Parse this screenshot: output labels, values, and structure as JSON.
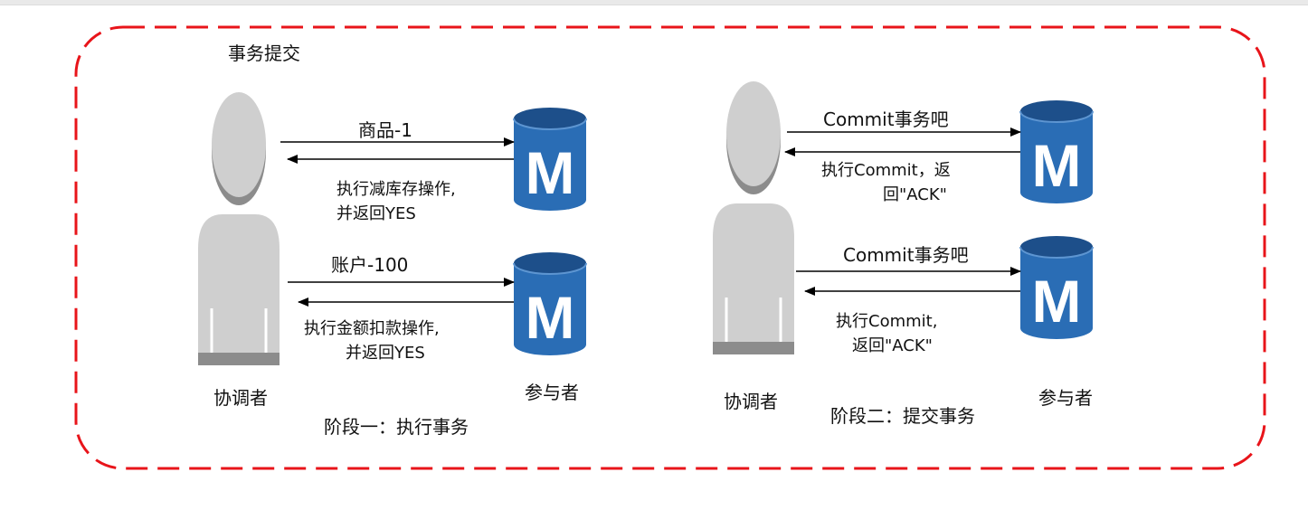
{
  "title": "事务提交",
  "phase1": {
    "caption": "阶段一：执行事务",
    "coordinator_label": "协调者",
    "participant_label": "参与者",
    "db_letter": "M",
    "upper": {
      "request": "商品-1",
      "response_line1": "执行减库存操作,",
      "response_line2": "并返回YES"
    },
    "lower": {
      "request": "账户-100",
      "response_line1": "执行金额扣款操作,",
      "response_line2": "并返回YES"
    }
  },
  "phase2": {
    "caption": "阶段二：提交事务",
    "coordinator_label": "协调者",
    "participant_label": "参与者",
    "db_letter": "M",
    "upper": {
      "request": "Commit事务吧",
      "response_line1": "执行Commit，返",
      "response_line2": "回\"ACK\""
    },
    "lower": {
      "request": "Commit事务吧",
      "response_line1": "执行Commit,",
      "response_line2": "返回\"ACK\""
    }
  },
  "colors": {
    "dashed_border": "#e8141a",
    "db_blue": "#2a6db5",
    "db_dark": "#1d4f8a",
    "person_gray": "#cfcfcf",
    "person_dark": "#8c8c8c"
  },
  "icons": [
    "person-icon",
    "database-icon",
    "arrow-right-icon",
    "arrow-left-icon"
  ]
}
